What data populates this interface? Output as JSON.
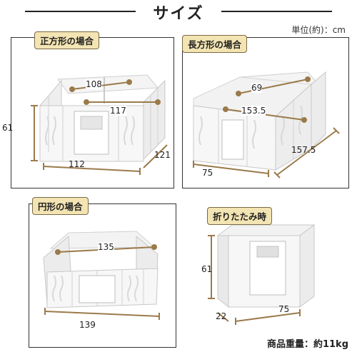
{
  "page": {
    "title": "サイズ",
    "unit_label": "単位(約)：cm",
    "weight_label": "商品重量：約11kg"
  },
  "square": {
    "label": "正方形の場合",
    "dims": {
      "top": "108",
      "inner": "117",
      "height": "61",
      "front": "112",
      "side": "121"
    }
  },
  "rect": {
    "label": "長方形の場合",
    "dims": {
      "top": "69",
      "inner": "153.5",
      "front": "75",
      "side": "157.5"
    }
  },
  "round": {
    "label": "円形の場合",
    "dims": {
      "inner": "135",
      "front": "139"
    }
  },
  "folded": {
    "label": "折りたたみ時",
    "dims": {
      "height": "61",
      "depth": "22",
      "width": "75"
    }
  },
  "colors": {
    "accent": "#f3e4b3",
    "dim_line": "#9b7a4a",
    "panel_fill": "#efefef",
    "panel_stroke": "#c8c8c8"
  }
}
